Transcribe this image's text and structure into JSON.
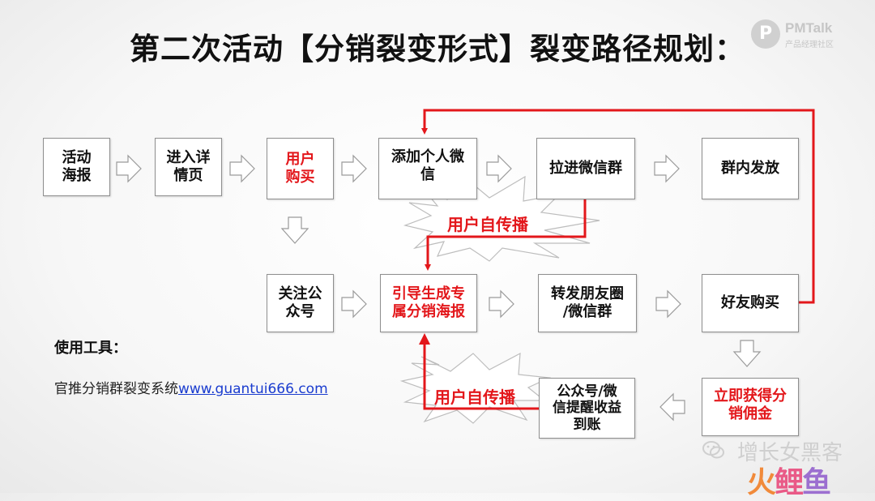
{
  "title": "第二次活动【分销裂变形式】裂变路径规划：",
  "logo": {
    "mark": "P",
    "name": "PMTalk",
    "sub": "产品经理社区"
  },
  "nodes": {
    "activity_poster": "活动\n海报",
    "enter_detail": "进入详\n情页",
    "user_purchase": "用户\n购买",
    "add_wechat": "添加个人微\n信",
    "join_group": "拉进微信群",
    "group_distribute": "群内发放",
    "follow_account": "关注公\n众号",
    "generate_poster": "引导生成专\n属分销海报",
    "share_moments": "转发朋友圈\n/微信群",
    "friend_purchase": "好友购买",
    "get_commission": "立即获得分\n销佣金",
    "earnings_notice": "公众号/微\n信提醒收益\n到账"
  },
  "burst_labels": {
    "top": "用户自传播",
    "bottom": "用户自传播"
  },
  "tools": {
    "title": "使用工具：",
    "text": "官推分销群裂变系统",
    "link": "www.guantui666.com"
  },
  "watermark": {
    "account": "增长女黑客",
    "brand_1": "火",
    "brand_2": "鲤",
    "brand_3": "鱼"
  },
  "colors": {
    "accent_red": "#e3171b",
    "box_border": "#8e8e8e",
    "link_blue": "#1a3ccf"
  }
}
